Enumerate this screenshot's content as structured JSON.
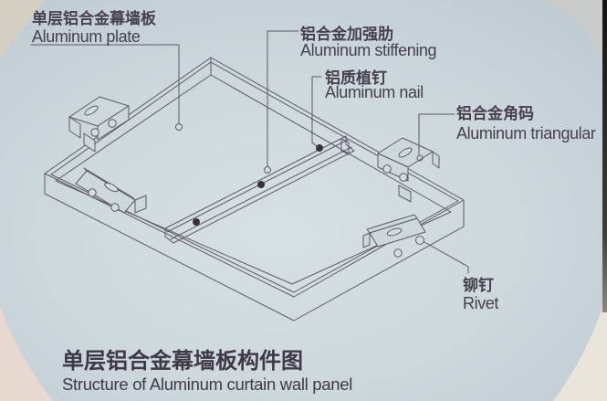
{
  "page": {
    "labels": {
      "plate": {
        "zh": "单层铝合金幕墙板",
        "en": "Aluminum plate"
      },
      "stiffening": {
        "zh": "铝合金加强肋",
        "en": "Aluminum stiffening"
      },
      "nail": {
        "zh": "铝质植钉",
        "en": "Aluminum nail"
      },
      "corner_bracket": {
        "zh": "铝合金角码",
        "en": "Aluminum triangular"
      },
      "rivet": {
        "zh": "铆钉",
        "en": "Rivet"
      }
    },
    "title": {
      "zh": "单层铝合金幕墙板构件图",
      "en": "Structure of Aluminum curtain wall panel"
    },
    "colors": {
      "paper_blue": "#ccd7dc",
      "line": "#5e5866",
      "text": "#46414d",
      "nail_dot": "#37313d",
      "corner_beige": "#d5cec2",
      "corner_grey": "#cacccb",
      "corner_cream": "#eae5da",
      "corner_pink": "#e7d9cf",
      "page_edge_dark": "#2a2a28"
    }
  }
}
